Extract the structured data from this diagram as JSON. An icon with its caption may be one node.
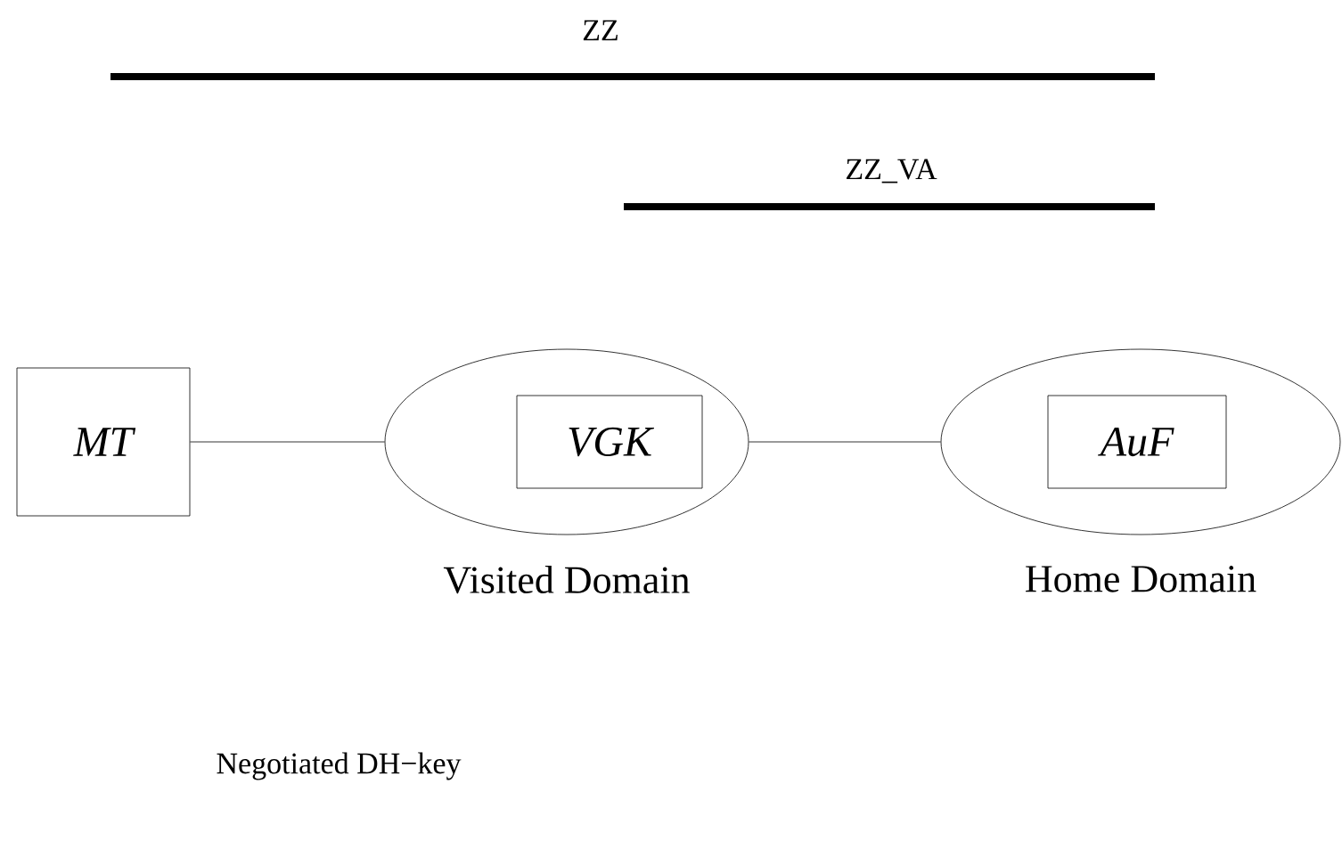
{
  "diagram": {
    "nodes": [
      {
        "text": [
          "MT"
        ]
      },
      {
        "text": [],
        "shape": "ellipse",
        "beside": [
          "Visited Domain"
        ]
      },
      {
        "text": [
          "VGK"
        ],
        "in": 1
      },
      {
        "text": [],
        "shape": "ellipse",
        "beside": [
          "Home Domain"
        ]
      },
      {
        "text": [
          "AuF"
        ],
        "in": 3
      }
    ],
    "edges": [
      {
        "from": 0,
        "to": 1,
        "arrow": "none"
      },
      {
        "from": 1,
        "to": 3,
        "arrow": "none"
      }
    ],
    "labels": [
      "ZZ",
      "ZZ_VA",
      "Negotiated DH−key"
    ]
  }
}
